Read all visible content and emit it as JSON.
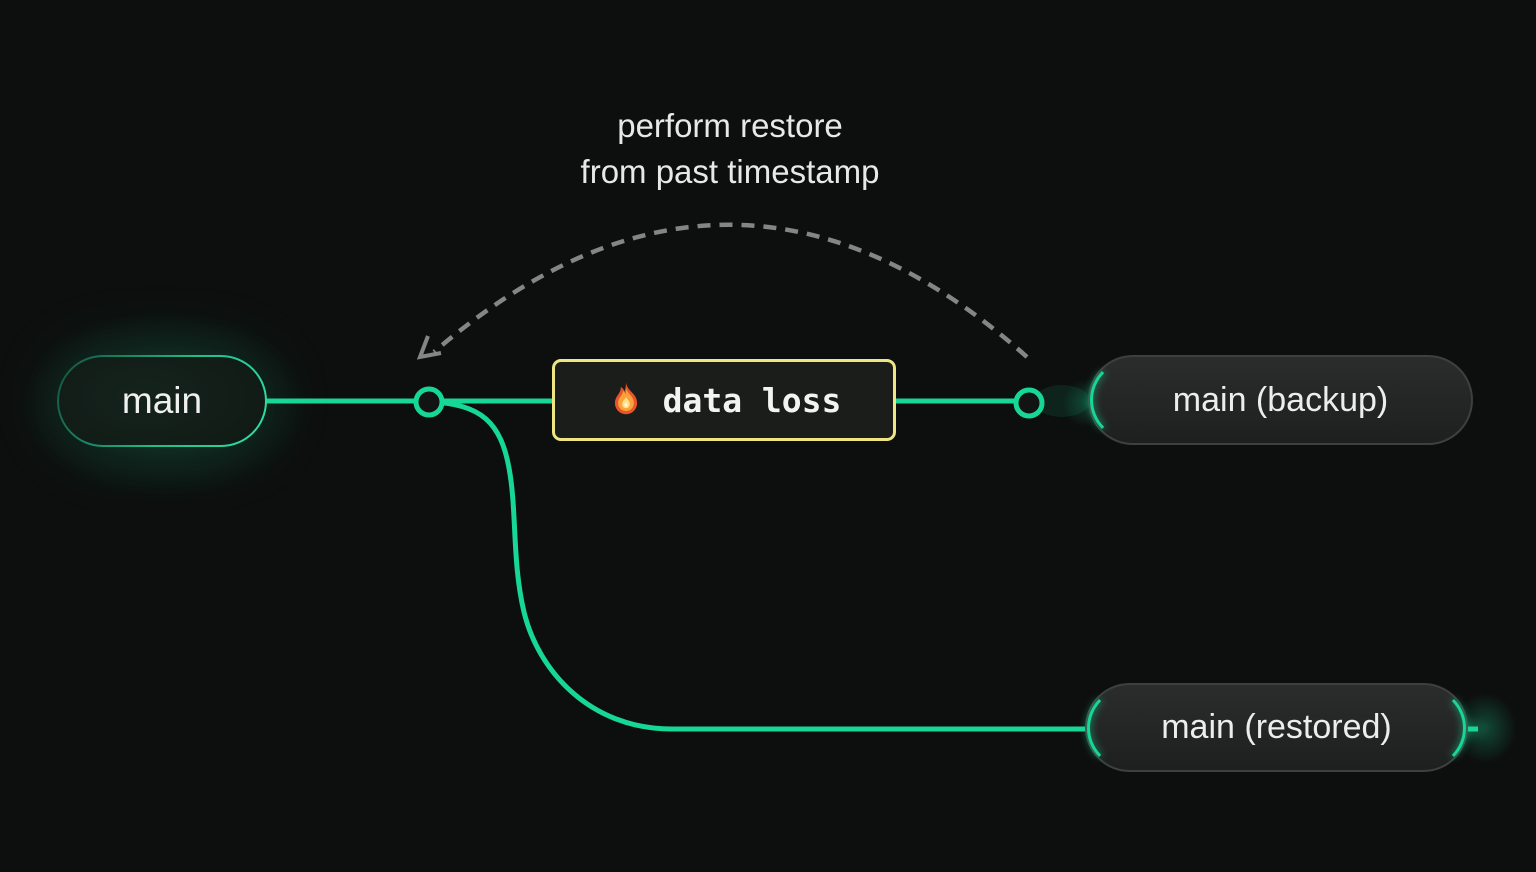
{
  "diagram": {
    "annotation": {
      "line1": "perform restore",
      "line2": "from past timestamp"
    },
    "event": {
      "icon": "fire-icon",
      "emoji": "🔥",
      "label": "data loss"
    },
    "nodes": {
      "main": {
        "label": "main"
      },
      "backup": {
        "label": "main (backup)"
      },
      "restored": {
        "label": "main (restored)"
      }
    },
    "colors": {
      "background": "#0d0f0e",
      "branch_green": "#17d796",
      "event_border": "#f0e583",
      "arc_gray": "#8f8f8f",
      "annotation_text": "#e8e8e8",
      "node_text": "#ededed"
    }
  }
}
